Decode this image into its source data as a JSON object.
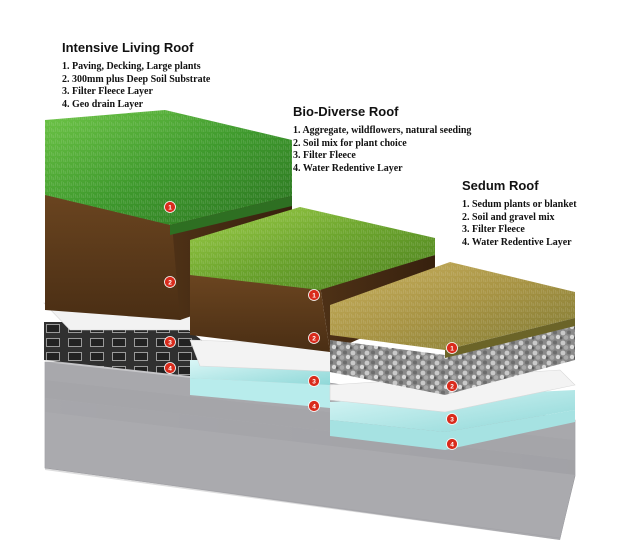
{
  "roofs": [
    {
      "title": "Intensive Living Roof",
      "layers": [
        "1. Paving, Decking, Large plants",
        "2. 300mm plus Deep Soil Substrate",
        "3. Filter Fleece Layer",
        "4. Geo drain Layer"
      ]
    },
    {
      "title": "Bio-Diverse Roof",
      "layers": [
        "1. Aggregate, wildflowers, natural seeding",
        "2. Soil mix for plant choice",
        "3. Filter Fleece",
        "4. Water Redentive Layer"
      ]
    },
    {
      "title": "Sedum Roof",
      "layers": [
        "1. Sedum plants or blanket",
        "2. Soil and gravel mix",
        "3. Filter Fleece",
        "4. Water Redentive Layer"
      ]
    }
  ],
  "badges": [
    "1",
    "2",
    "3",
    "4",
    "1",
    "2",
    "3",
    "4",
    "1",
    "2",
    "3",
    "4"
  ],
  "colors": {
    "badge": "#d92b1c",
    "grass": "#3f8f2a",
    "soil": "#5a3a1c",
    "gravel": "#9c9c9c",
    "water_layer": "#a9e6e6",
    "base": "#a7a7aa"
  }
}
